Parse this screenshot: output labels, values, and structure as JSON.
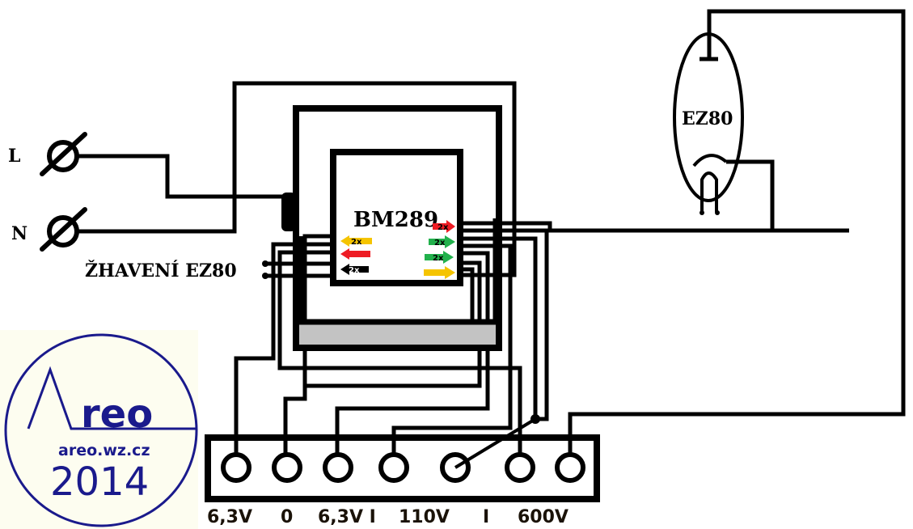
{
  "mains": {
    "live_label": "L",
    "neutral_label": "N"
  },
  "heater_label": "ŽHAVENÍ EZ80",
  "transformer": {
    "label": "BM289",
    "left_arrows": [
      {
        "color": "#f5c400",
        "text": "2x",
        "direction": "left"
      },
      {
        "color": "#ee1c24",
        "text": "",
        "direction": "left"
      },
      {
        "color": "#000000",
        "text": "2x",
        "direction": "left"
      }
    ],
    "right_arrows": [
      {
        "color": "#ee1c24",
        "text": "2x",
        "direction": "right"
      },
      {
        "color": "#22b14c",
        "text": "2x",
        "direction": "right"
      },
      {
        "color": "#22b14c",
        "text": "2x",
        "direction": "right"
      },
      {
        "color": "#f5c400",
        "text": "",
        "direction": "right"
      }
    ],
    "core_gap_color": "#c3c3c3"
  },
  "tube": {
    "label": "EZ80"
  },
  "terminal_block": {
    "labels": [
      "6,3V",
      "0",
      "6,3V I",
      "110V",
      "I",
      "600V"
    ]
  },
  "logo": {
    "brand": "reo",
    "url": "areo.wz.cz",
    "year": "2014",
    "color": "#1a1a8c",
    "background": "#fdfdf0"
  },
  "colors": {
    "wire": "#000000",
    "label_dark": "#1a1208"
  }
}
